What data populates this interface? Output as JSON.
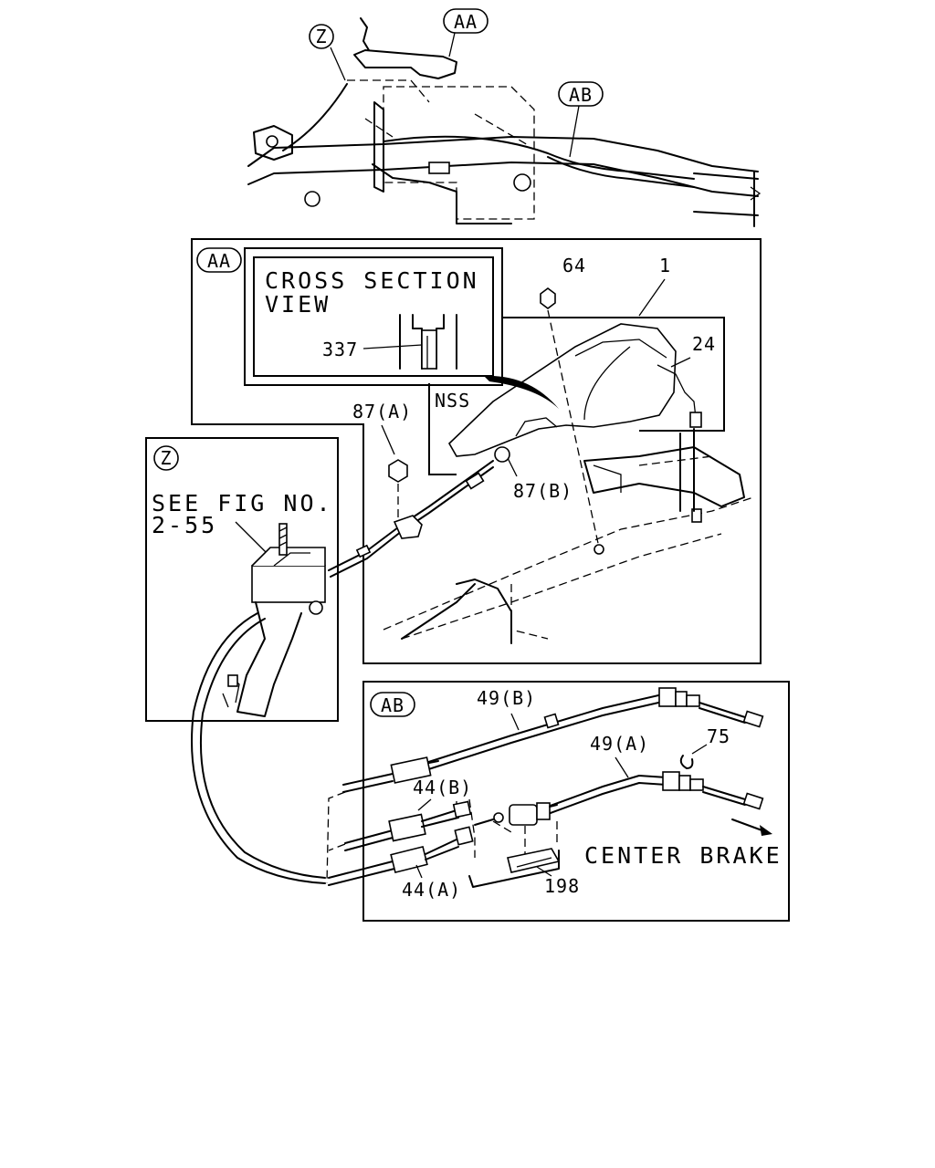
{
  "callouts": {
    "top_z": "Z",
    "top_aa": "AA",
    "top_ab": "AB",
    "aa": "AA",
    "z": "Z",
    "ab": "AB"
  },
  "panel_aa": {
    "inset_title_line1": "CROSS SECTION",
    "inset_title_line2": "VIEW",
    "part_337": "337",
    "part_nss": "NSS",
    "part_64": "64",
    "part_1": "1",
    "part_24": "24",
    "part_87a": "87(A)",
    "part_87b": "87(B)"
  },
  "panel_z": {
    "note_line1": "SEE FIG NO.",
    "note_line2": "2-55"
  },
  "panel_ab": {
    "part_49b": "49(B)",
    "part_49a": "49(A)",
    "part_75": "75",
    "part_44b": "44(B)",
    "part_44a": "44(A)",
    "part_198": "198",
    "center_brake": "CENTER BRAKE"
  }
}
